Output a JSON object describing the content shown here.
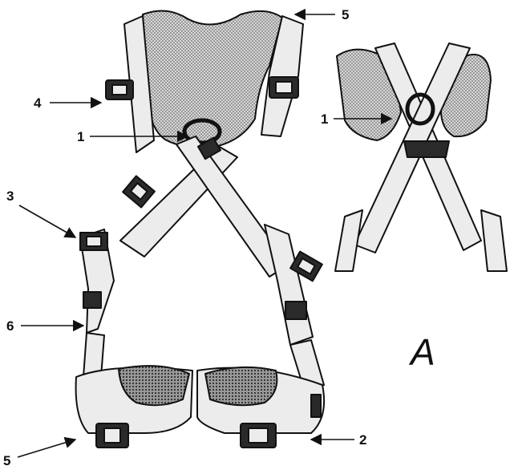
{
  "figure": {
    "panel_label": "A",
    "callouts": {
      "c1_main": "1",
      "c1_inset": "1",
      "c2": "2",
      "c3": "3",
      "c4": "4",
      "c5_top": "5",
      "c5_bottom": "5",
      "c6": "6"
    },
    "colors": {
      "ink": "#111111",
      "strap": "#ececec",
      "pad_mesh": "#bdbdbd",
      "pad_dark": "#3a3a3a"
    }
  }
}
